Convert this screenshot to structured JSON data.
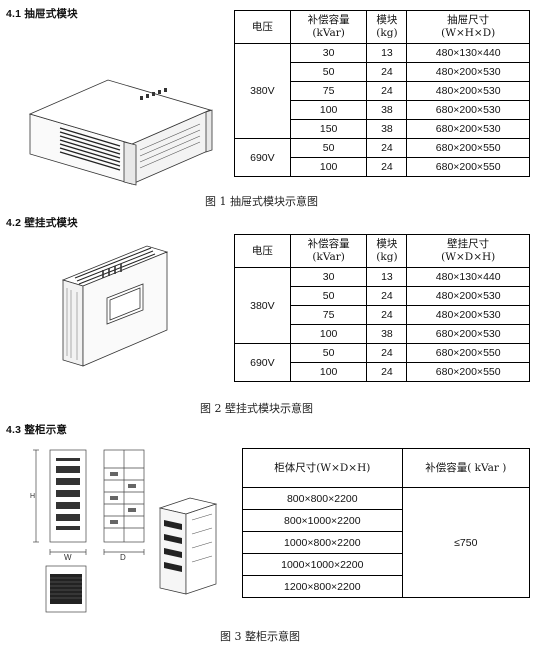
{
  "sections": {
    "drawer": {
      "title": "4.1 抽屉式模块",
      "caption": "图 1  抽屉式模块示意图",
      "headers": [
        "电压",
        "补偿容量\n(kVar)",
        "模块\n(kg)",
        "抽屉尺寸\n(W×H×D)"
      ],
      "groups": [
        {
          "voltage": "380V",
          "rows": [
            [
              "30",
              "13",
              "480×130×440"
            ],
            [
              "50",
              "24",
              "480×200×530"
            ],
            [
              "75",
              "24",
              "480×200×530"
            ],
            [
              "100",
              "38",
              "680×200×530"
            ],
            [
              "150",
              "38",
              "680×200×530"
            ]
          ]
        },
        {
          "voltage": "690V",
          "rows": [
            [
              "50",
              "24",
              "680×200×550"
            ],
            [
              "100",
              "24",
              "680×200×550"
            ]
          ]
        }
      ]
    },
    "wall": {
      "title": "4.2 壁挂式模块",
      "caption": "图 2  壁挂式模块示意图",
      "headers": [
        "电压",
        "补偿容量\n(kVar)",
        "模块\n(kg)",
        "壁挂尺寸\n(W×D×H)"
      ],
      "groups": [
        {
          "voltage": "380V",
          "rows": [
            [
              "30",
              "13",
              "480×130×440"
            ],
            [
              "50",
              "24",
              "480×200×530"
            ],
            [
              "75",
              "24",
              "480×200×530"
            ],
            [
              "100",
              "38",
              "680×200×530"
            ]
          ]
        },
        {
          "voltage": "690V",
          "rows": [
            [
              "50",
              "24",
              "680×200×550"
            ],
            [
              "100",
              "24",
              "680×200×550"
            ]
          ]
        }
      ]
    },
    "cabinet": {
      "title": "4.3 整柜示意",
      "caption": "图 3  整柜示意图",
      "headers": [
        "柜体尺寸(W×D×H)",
        "补偿容量( kVar )"
      ],
      "sizes": [
        "800×800×2200",
        "800×1000×2200",
        "1000×800×2200",
        "1000×1000×2200",
        "1200×800×2200"
      ],
      "capacity": "≤750",
      "dim_labels": {
        "h": "H",
        "w": "W",
        "d": "D"
      }
    }
  }
}
